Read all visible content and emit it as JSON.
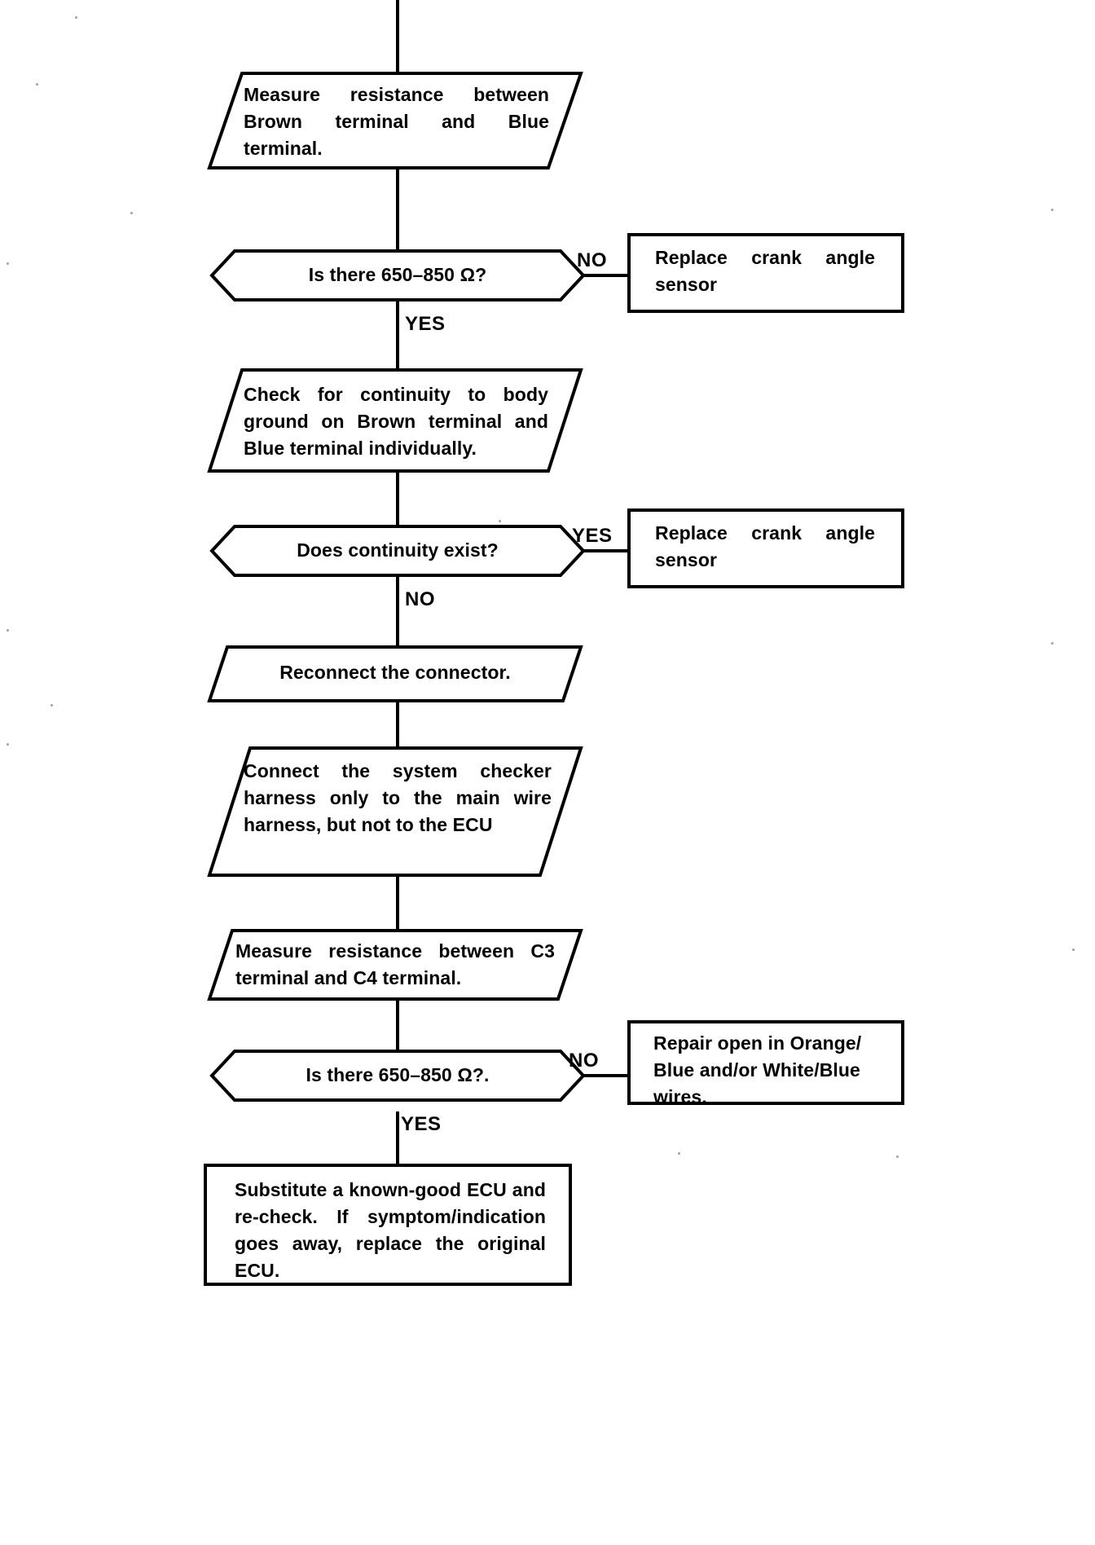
{
  "diagram": {
    "title": "Crank angle sensor diagnostic flowchart",
    "type": "flowchart",
    "line_color": "#000000",
    "background_color": "#ffffff"
  },
  "nodes": [
    {
      "id": "step-measure-brown-blue",
      "shape": "parallelogram",
      "text": "Measure resistance between Brown terminal and Blue terminal."
    },
    {
      "id": "decision-resistance-1",
      "shape": "hexagon",
      "text": "Is there 650–850 Ω?"
    },
    {
      "id": "result-replace-sensor-1",
      "shape": "rectangle",
      "text": "Replace crank angle sensor"
    },
    {
      "id": "step-check-continuity",
      "shape": "parallelogram",
      "text": "Check for continuity to body ground on Brown terminal and Blue terminal individually."
    },
    {
      "id": "decision-continuity",
      "shape": "hexagon",
      "text": "Does continuity exist?"
    },
    {
      "id": "result-replace-sensor-2",
      "shape": "rectangle",
      "text": "Replace crank angle sensor"
    },
    {
      "id": "step-reconnect-connector",
      "shape": "parallelogram",
      "text": "Reconnect the connector."
    },
    {
      "id": "step-connect-checker-harness",
      "shape": "parallelogram",
      "text": "Connect the system checker harness only to the main wire harness, but not to the ECU"
    },
    {
      "id": "step-measure-c3-c4",
      "shape": "parallelogram",
      "text": "Measure resistance between C3 terminal and C4 terminal."
    },
    {
      "id": "decision-resistance-2",
      "shape": "hexagon",
      "text": "Is there 650–850 Ω?."
    },
    {
      "id": "result-repair-open",
      "shape": "rectangle",
      "text": "Repair open in Orange/ Blue and/or White/Blue wires."
    },
    {
      "id": "result-substitute-ecu",
      "shape": "rectangle",
      "text": "Substitute a known-good ECU and re-check. If symptom/indication goes away, replace the original ECU."
    }
  ],
  "branch_labels": {
    "no_1": "NO",
    "yes_1": "YES",
    "yes_2": "YES",
    "no_2": "NO",
    "no_3": "NO",
    "yes_3": "YES"
  }
}
